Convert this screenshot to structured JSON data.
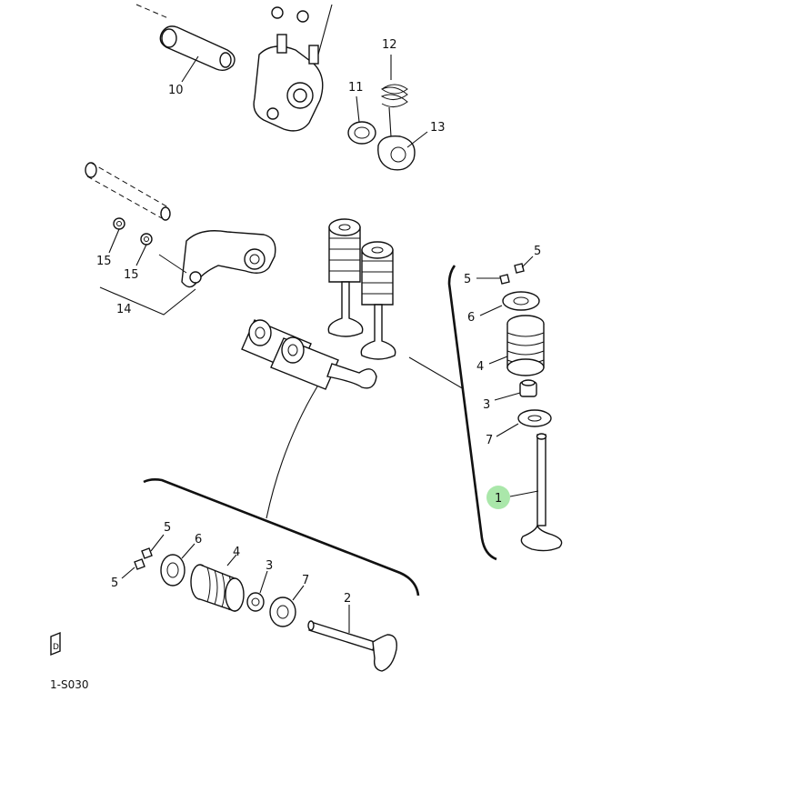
{
  "diagram": {
    "diagram_code": "1-S030",
    "highlight_color": "#9be39b",
    "callouts": [
      {
        "id": "c10",
        "label": "10"
      },
      {
        "id": "c11",
        "label": "11"
      },
      {
        "id": "c12",
        "label": "12"
      },
      {
        "id": "c13",
        "label": "13"
      },
      {
        "id": "c15a",
        "label": "15"
      },
      {
        "id": "c15b",
        "label": "15"
      },
      {
        "id": "c14",
        "label": "14"
      },
      {
        "id": "c5r1",
        "label": "5"
      },
      {
        "id": "c5r2",
        "label": "5"
      },
      {
        "id": "c6r",
        "label": "6"
      },
      {
        "id": "c4r",
        "label": "4"
      },
      {
        "id": "c3r",
        "label": "3"
      },
      {
        "id": "c7r",
        "label": "7"
      },
      {
        "id": "c1r",
        "label": "1",
        "highlighted": true
      },
      {
        "id": "c5l1",
        "label": "5"
      },
      {
        "id": "c5l2",
        "label": "5"
      },
      {
        "id": "c6l",
        "label": "6"
      },
      {
        "id": "c4l",
        "label": "4"
      },
      {
        "id": "c3l",
        "label": "3"
      },
      {
        "id": "c7l",
        "label": "7"
      },
      {
        "id": "c2l",
        "label": "2"
      }
    ]
  }
}
